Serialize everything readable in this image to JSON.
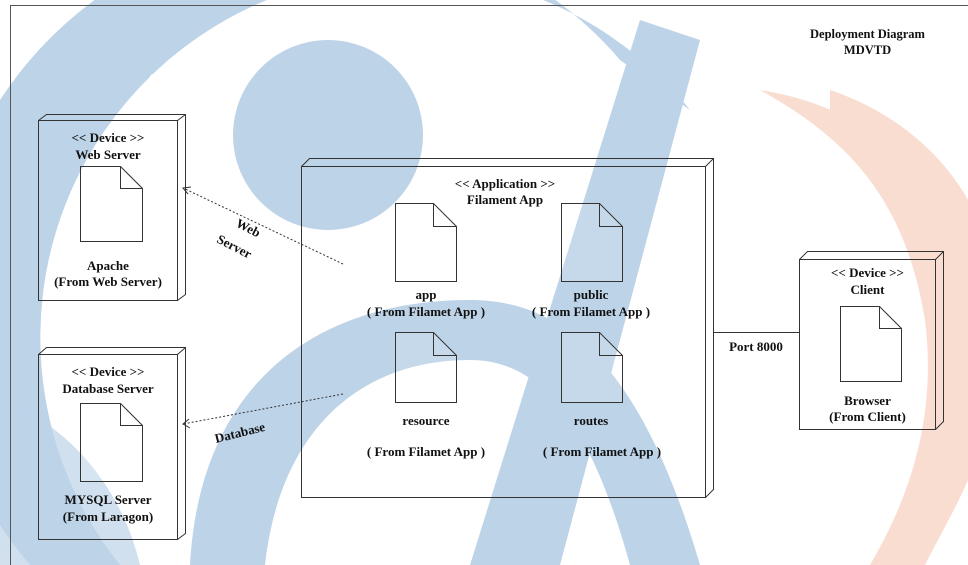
{
  "diagram": {
    "title_line1": "Deployment  Diagram",
    "title_line2": "MDVTD",
    "web_server": {
      "stereotype": "<< Device >>",
      "name": "Web Server",
      "artifact_line1": "Apache",
      "artifact_line2": "(From Web Server)"
    },
    "database_server": {
      "stereotype": "<< Device >>",
      "name": "Database Server",
      "artifact_line1": "MYSQL Server",
      "artifact_line2": "(From Laragon)"
    },
    "application": {
      "stereotype": "<< Application >>",
      "name": "Filament App",
      "artifacts": {
        "app": {
          "name": "app",
          "source": "( From Filamet App )"
        },
        "public": {
          "name": "public",
          "source": "( From Filamet App )"
        },
        "resource": {
          "name": "resource",
          "source": "( From Filamet App )"
        },
        "routes": {
          "name": "routes",
          "source": "( From Filamet App )"
        }
      }
    },
    "client": {
      "stereotype": "<< Device >>",
      "name": "Client",
      "artifact_line1": "Browser",
      "artifact_line2": "(From Client)"
    },
    "connectors": {
      "web_line1": "Web",
      "web_line2": "Server",
      "database": "Database",
      "port": "Port 8000"
    }
  },
  "colors": {
    "watermark_blue": "#bdd3e8",
    "watermark_orange": "#f9ddd0",
    "line": "#333333"
  }
}
